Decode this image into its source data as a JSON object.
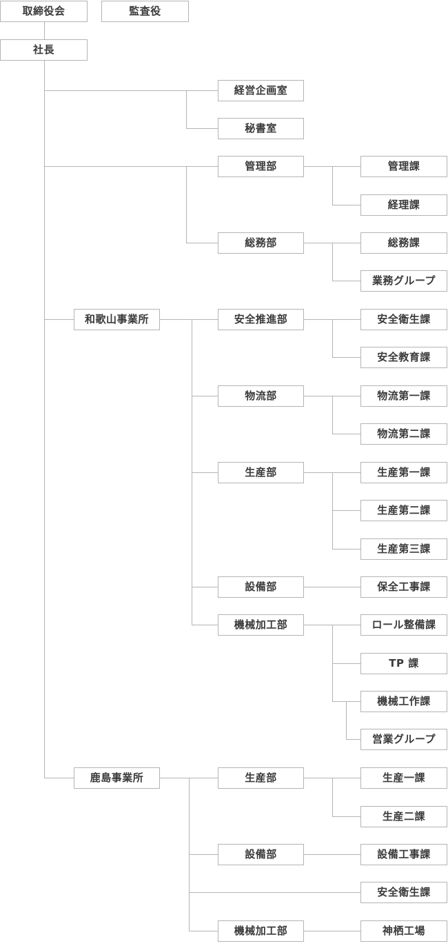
{
  "board": {
    "directors": "取締役会",
    "auditor": "監査役"
  },
  "president": "社長",
  "staff": {
    "planning": "経営企画室",
    "secretary": "秘書室"
  },
  "admin": {
    "dept": "管理部",
    "mgmt_section": "管理課",
    "accounting_section": "経理課",
    "general_dept": "総務部",
    "general_section": "総務課",
    "business_group": "業務グループ"
  },
  "wakayama": {
    "name": "和歌山事業所",
    "safety_dept": "安全推進部",
    "safety_health_section": "安全衛生課",
    "safety_edu_section": "安全教育課",
    "logistics_dept": "物流部",
    "logistics_1": "物流第一課",
    "logistics_2": "物流第二課",
    "production_dept": "生産部",
    "production_1": "生産第一課",
    "production_2": "生産第二課",
    "production_3": "生産第三課",
    "equipment_dept": "設備部",
    "maintenance_section": "保全工事課",
    "machining_dept": "機械加工部",
    "roll_section": "ロール整備課",
    "tp_section": "TP 課",
    "machine_work_section": "機械工作課",
    "sales_group": "営業グループ"
  },
  "kashima": {
    "name": "鹿島事業所",
    "production_dept": "生産部",
    "production_1": "生産一課",
    "production_2": "生産二課",
    "equipment_dept": "設備部",
    "equipment_work_section": "設備工事課",
    "safety_health_section": "安全衛生課",
    "machining_dept": "機械加工部",
    "kamisu_plant": "神栖工場"
  }
}
